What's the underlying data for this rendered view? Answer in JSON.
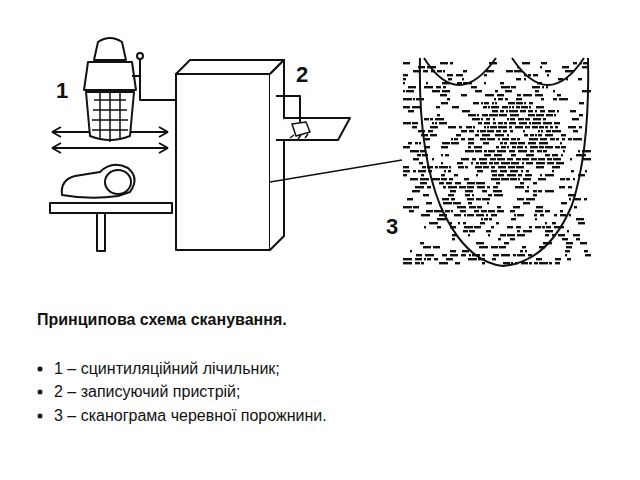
{
  "diagram": {
    "title": "Принципова схема сканування.",
    "labels": [
      "1",
      "2",
      "3",
      "1 – сцинтиляційний лічильник;",
      "2 – записуючий пристрій;",
      "3 – сканограма черевної порожнини."
    ]
  }
}
